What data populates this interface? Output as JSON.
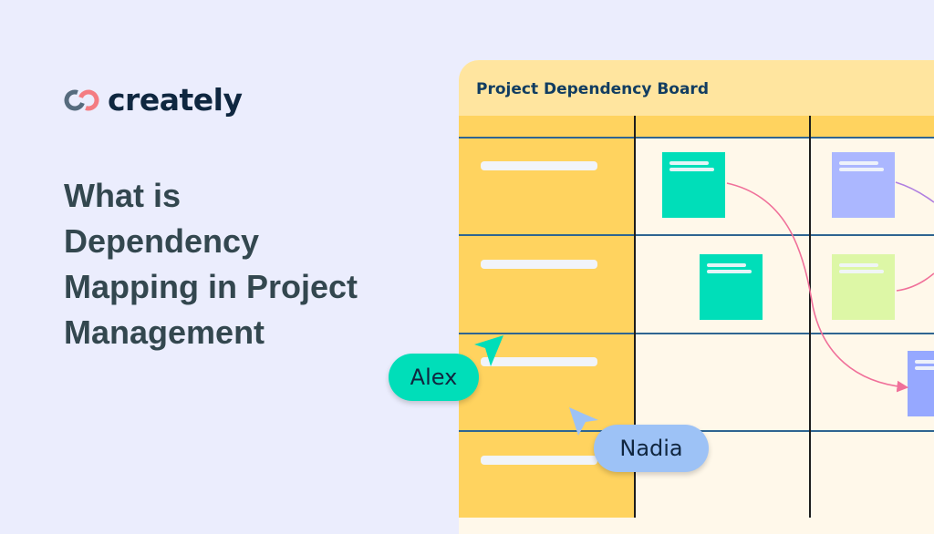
{
  "brand": {
    "name": "creately",
    "logo_icon": "creately-linked-rings-icon",
    "colors": {
      "ring_left": "#566b7d",
      "ring_right": "#f47c82",
      "text": "#0f2740"
    }
  },
  "headline": {
    "lines": [
      "What is",
      "Dependency",
      "Mapping in Project",
      "Management"
    ]
  },
  "board": {
    "title": "Project Dependency Board",
    "colors": {
      "header_bg": "#ffe59f",
      "lane_bg": "#ffd35f",
      "canvas_bg": "#fff8ea",
      "card_teal": "#00deb9",
      "card_lavender": "#abb7ff",
      "card_lime": "#ddf7a6",
      "card_blue": "#96a8ff",
      "link_pink": "#f0709a",
      "link_purple": "#b07fe0"
    },
    "lanes": 4,
    "cards": [
      {
        "id": "teal-1",
        "color": "card_teal",
        "lane": 1,
        "column": 1
      },
      {
        "id": "lavender-1",
        "color": "card_lavender",
        "lane": 1,
        "column": 2
      },
      {
        "id": "teal-2",
        "color": "card_teal",
        "lane": 2,
        "column": 1
      },
      {
        "id": "lime-1",
        "color": "card_lime",
        "lane": 2,
        "column": 2
      },
      {
        "id": "blue-1",
        "color": "card_blue",
        "lane": 3,
        "column": 3
      }
    ],
    "dependencies": [
      {
        "from": "teal-1",
        "to": "blue-1",
        "color": "link_pink",
        "arrow": true
      },
      {
        "from": "lavender-1",
        "to": "offscreen",
        "color": "link_purple",
        "arrow": false
      },
      {
        "from": "lime-1",
        "to": "offscreen",
        "color": "link_pink",
        "arrow": false
      }
    ]
  },
  "collaborators": [
    {
      "name": "Alex",
      "color": "#00deb9",
      "icon": "cursor-pointer-icon"
    },
    {
      "name": "Nadia",
      "color": "#9dc2f6",
      "icon": "cursor-pointer-icon"
    }
  ]
}
